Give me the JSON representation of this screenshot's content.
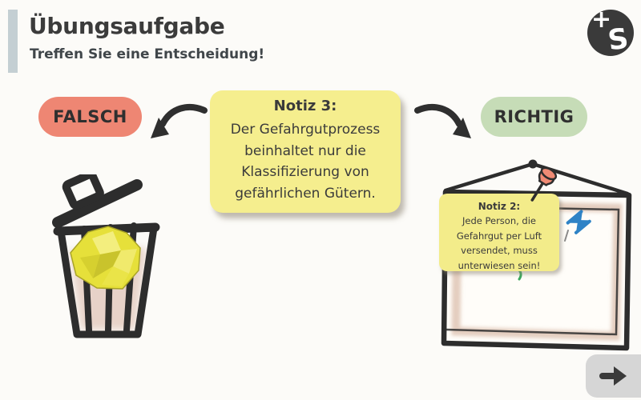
{
  "header": {
    "title": "Übungsaufgabe",
    "subtitle": "Treffen Sie eine Entscheidung!"
  },
  "logo": {
    "plus": "+",
    "letter": "S"
  },
  "options": {
    "false_label": "FALSCH",
    "true_label": "RICHTIG"
  },
  "note3": {
    "title": "Notiz 3:",
    "lines": [
      "Der Gefahrgutprozess",
      "beinhaltet nur die",
      "Klassifizierung von",
      "gefährlichen Gütern."
    ]
  },
  "note2": {
    "title": "Notiz 2:",
    "lines": [
      "Jede Person, die",
      "Gefahrgut per Luft",
      "versendet, muss",
      "unterwiesen sein!"
    ]
  },
  "icons": {
    "false_arrow": "curved-arrow-down-left",
    "true_arrow": "curved-arrow-down-right",
    "trash": "trash-can-with-crumpled-paper",
    "board": "hanging-pinboard",
    "red_pin": "pushpin-red",
    "blue_pin": "pushpin-blue",
    "next": "arrow-right"
  },
  "colors": {
    "background": "#fcfbf8",
    "accent_bar": "#c4cfd3",
    "false_button": "#ee8673",
    "true_button": "#c6dcb7",
    "note_yellow": "#f5ee8e",
    "ink": "#2d2d2d",
    "logo_circle": "#3a3a3a",
    "next_button": "#d6d6d6",
    "red_pin": "#ef8a74",
    "blue_pin": "#2f83c6",
    "board_tan": "#c99f86",
    "paper_yellow": "#e6e03a"
  }
}
